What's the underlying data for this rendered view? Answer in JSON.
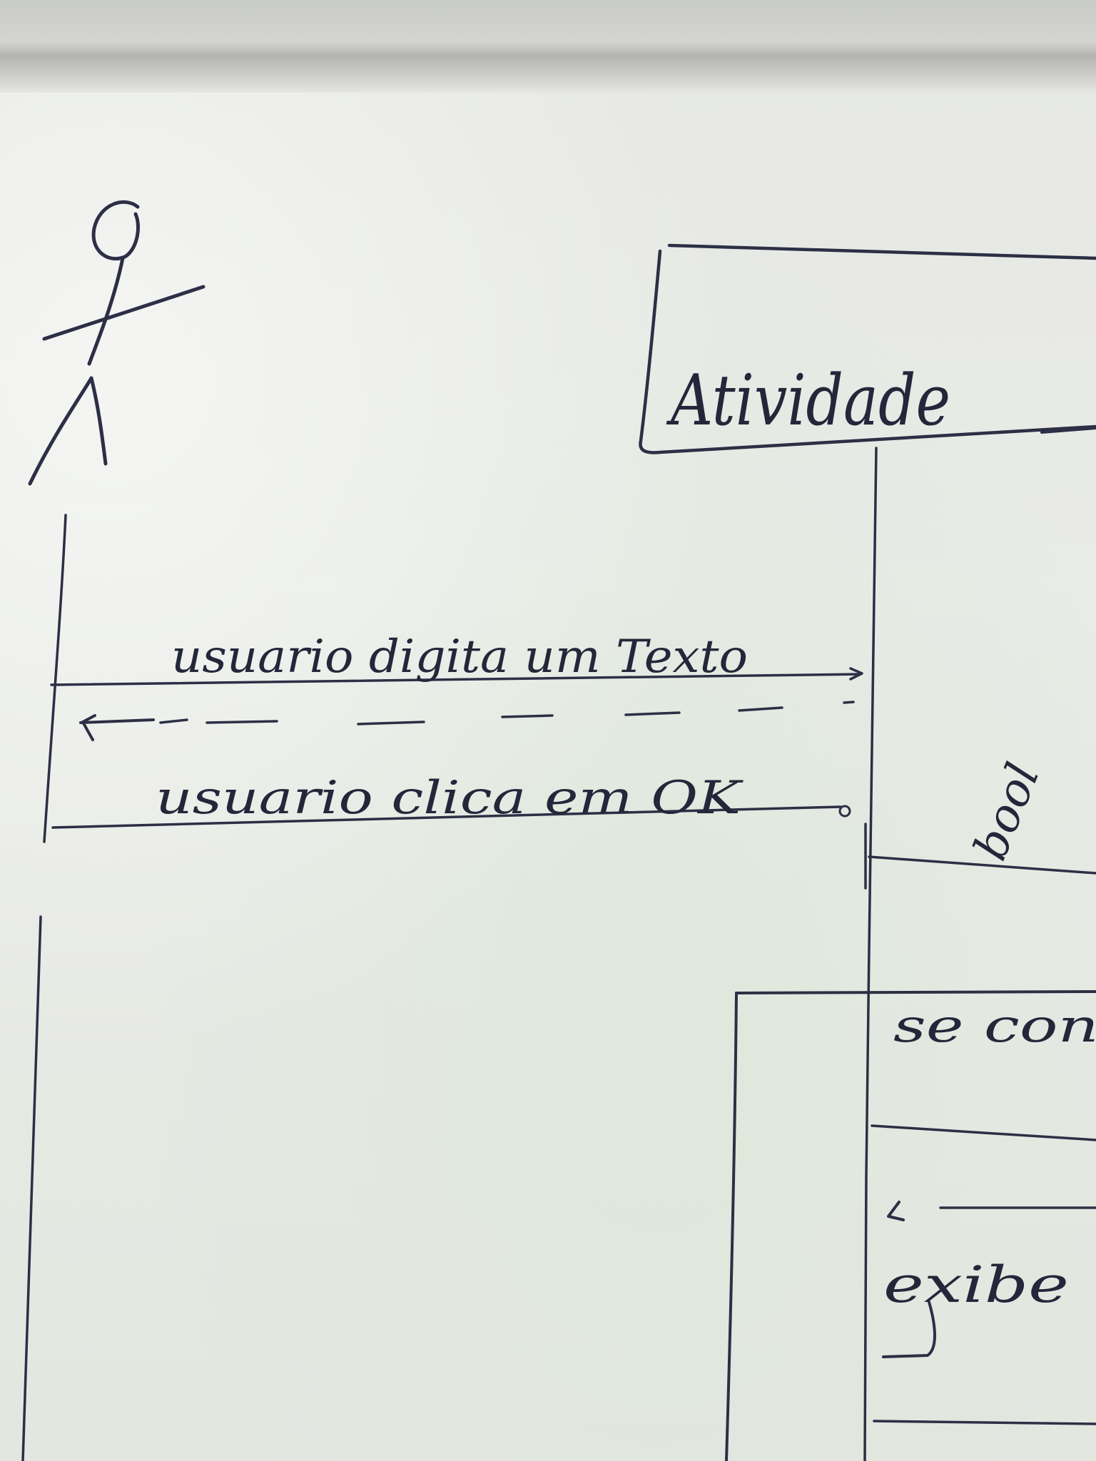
{
  "diagram": {
    "actor": "",
    "object_label": "Atividade",
    "messages": [
      {
        "label": "usuario digita um Texto",
        "type": "sync"
      },
      {
        "label": "",
        "type": "return"
      },
      {
        "label": "usuario clica em OK",
        "type": "sync"
      }
    ],
    "side_label": "bool",
    "fragment_guard": "se con",
    "fragment_text": "exibe"
  }
}
